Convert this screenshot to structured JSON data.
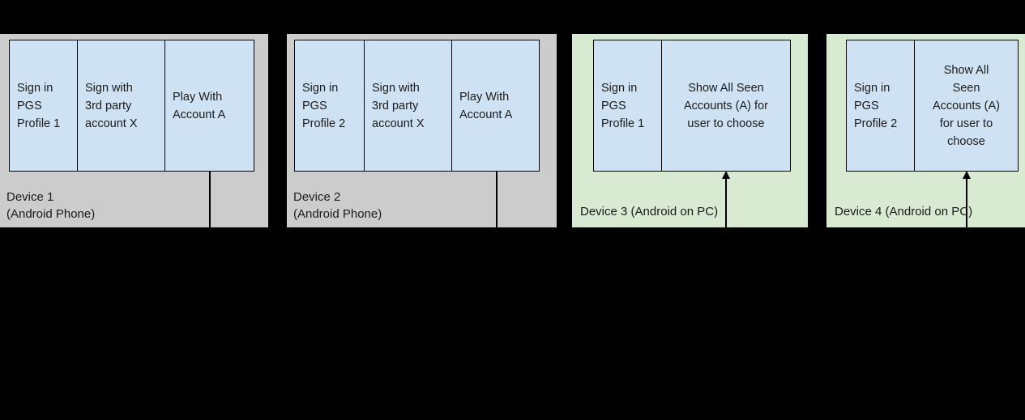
{
  "palette": {
    "canvas_bg": "#000000",
    "phone_fill": "#cccccc",
    "pc_fill": "#d9ead3",
    "cell_fill": "#cfe2f3",
    "line_color": "#000000",
    "text_color": "#1a1a1a"
  },
  "devices": [
    {
      "label": "Device 1\n(Android Phone)",
      "type": "phone",
      "connector": "line-down",
      "cells": [
        {
          "text": "Sign in\nPGS\nProfile 1"
        },
        {
          "text": "Sign with\n3rd party\naccount X"
        },
        {
          "text": "Play With\nAccount A"
        }
      ]
    },
    {
      "label": "Device 2\n(Android Phone)",
      "type": "phone",
      "connector": "line-down",
      "cells": [
        {
          "text": "Sign in\nPGS\nProfile 2"
        },
        {
          "text": "Sign with\n3rd party\naccount X"
        },
        {
          "text": "Play With\nAccount A"
        }
      ]
    },
    {
      "label": "Device 3 (Android on PC)",
      "type": "pc",
      "connector": "arrow-up",
      "cells": [
        {
          "text": "Sign in\nPGS\nProfile 1"
        },
        {
          "text": "Show All Seen\nAccounts (A) for\nuser to choose"
        }
      ]
    },
    {
      "label": "Device 4 (Android on PC)",
      "type": "pc",
      "connector": "arrow-up",
      "cells": [
        {
          "text": "Sign in\nPGS\nProfile 2"
        },
        {
          "text": "Show All\nSeen\nAccounts (A)\nfor user to\nchoose"
        }
      ]
    }
  ]
}
